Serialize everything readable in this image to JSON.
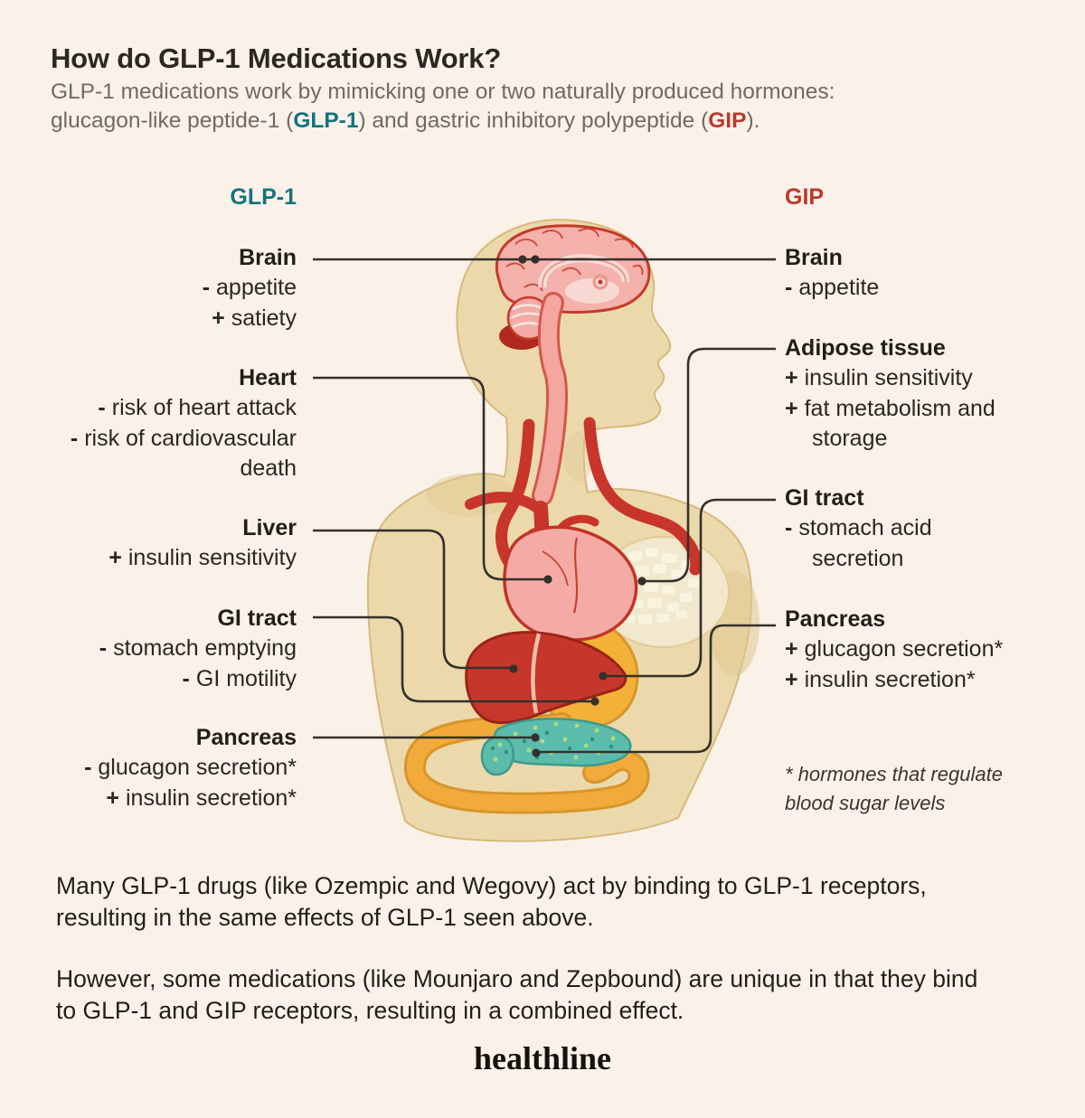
{
  "palette": {
    "background": "#faf2e9",
    "accent_glp1": "#14737c",
    "accent_gip": "#b93a2c",
    "text_primary": "#26231f",
    "text_secondary": "#6f6a62",
    "connector_line": "#35302c",
    "body_skin": "#ebd9ac",
    "liver_red": "#c6372b",
    "heart_pink": "#f4aba6",
    "stomach_orange": "#f2aa3a",
    "pancreas_teal": "#5cbcac"
  },
  "header": {
    "title": "How do GLP-1 Medications Work?",
    "subtitle_line1": "GLP-1 medications work by mimicking one or two naturally produced hormones:",
    "sub_pre": "glucagon-like peptide-1 (",
    "sub_glp1": "GLP-1",
    "sub_mid": ") and gastric inhibitory polypeptide (",
    "sub_gip": "GIP",
    "sub_post": ")."
  },
  "glp1": {
    "header": "GLP-1",
    "entries": [
      {
        "organ": "Brain",
        "effects": [
          {
            "sign": "-",
            "text": "appetite"
          },
          {
            "sign": "+",
            "text": "satiety"
          }
        ]
      },
      {
        "organ": "Heart",
        "effects": [
          {
            "sign": "-",
            "text": "risk of heart attack"
          },
          {
            "sign": "-",
            "text": "risk of cardiovascular death"
          }
        ]
      },
      {
        "organ": "Liver",
        "effects": [
          {
            "sign": "+",
            "text": "insulin sensitivity"
          }
        ]
      },
      {
        "organ": "GI tract",
        "effects": [
          {
            "sign": "-",
            "text": "stomach emptying"
          },
          {
            "sign": "-",
            "text": "GI motility"
          }
        ]
      },
      {
        "organ": "Pancreas",
        "effects": [
          {
            "sign": "-",
            "text": "glucagon secretion*"
          },
          {
            "sign": "+",
            "text": "insulin secretion*"
          }
        ]
      }
    ]
  },
  "gip": {
    "header": "GIP",
    "entries": [
      {
        "organ": "Brain",
        "effects": [
          {
            "sign": "-",
            "text": "appetite"
          }
        ]
      },
      {
        "organ": "Adipose tissue",
        "effects": [
          {
            "sign": "+",
            "text": "insulin sensitivity"
          },
          {
            "sign": "+",
            "text": "fat metabolism and storage"
          }
        ]
      },
      {
        "organ": "GI tract",
        "effects": [
          {
            "sign": "-",
            "text": "stomach acid secretion"
          }
        ]
      },
      {
        "organ": "Pancreas",
        "effects": [
          {
            "sign": "+",
            "text": "glucagon secretion*"
          },
          {
            "sign": "+",
            "text": "insulin secretion*"
          }
        ]
      }
    ]
  },
  "footnote": {
    "line1": "* hormones that regulate",
    "line2": "blood sugar levels"
  },
  "paragraphs": [
    {
      "line1": "Many GLP-1 drugs (like Ozempic and Wegovy) act by binding to GLP-1 receptors,",
      "line2": "resulting in the same effects of GLP-1 seen above."
    },
    {
      "line1": "However, some medications (like Mounjaro and Zepbound) are unique in that they bind",
      "line2": "to GLP-1 and GIP receptors, resulting in a combined effect."
    }
  ],
  "logo": {
    "text": "healthline"
  }
}
